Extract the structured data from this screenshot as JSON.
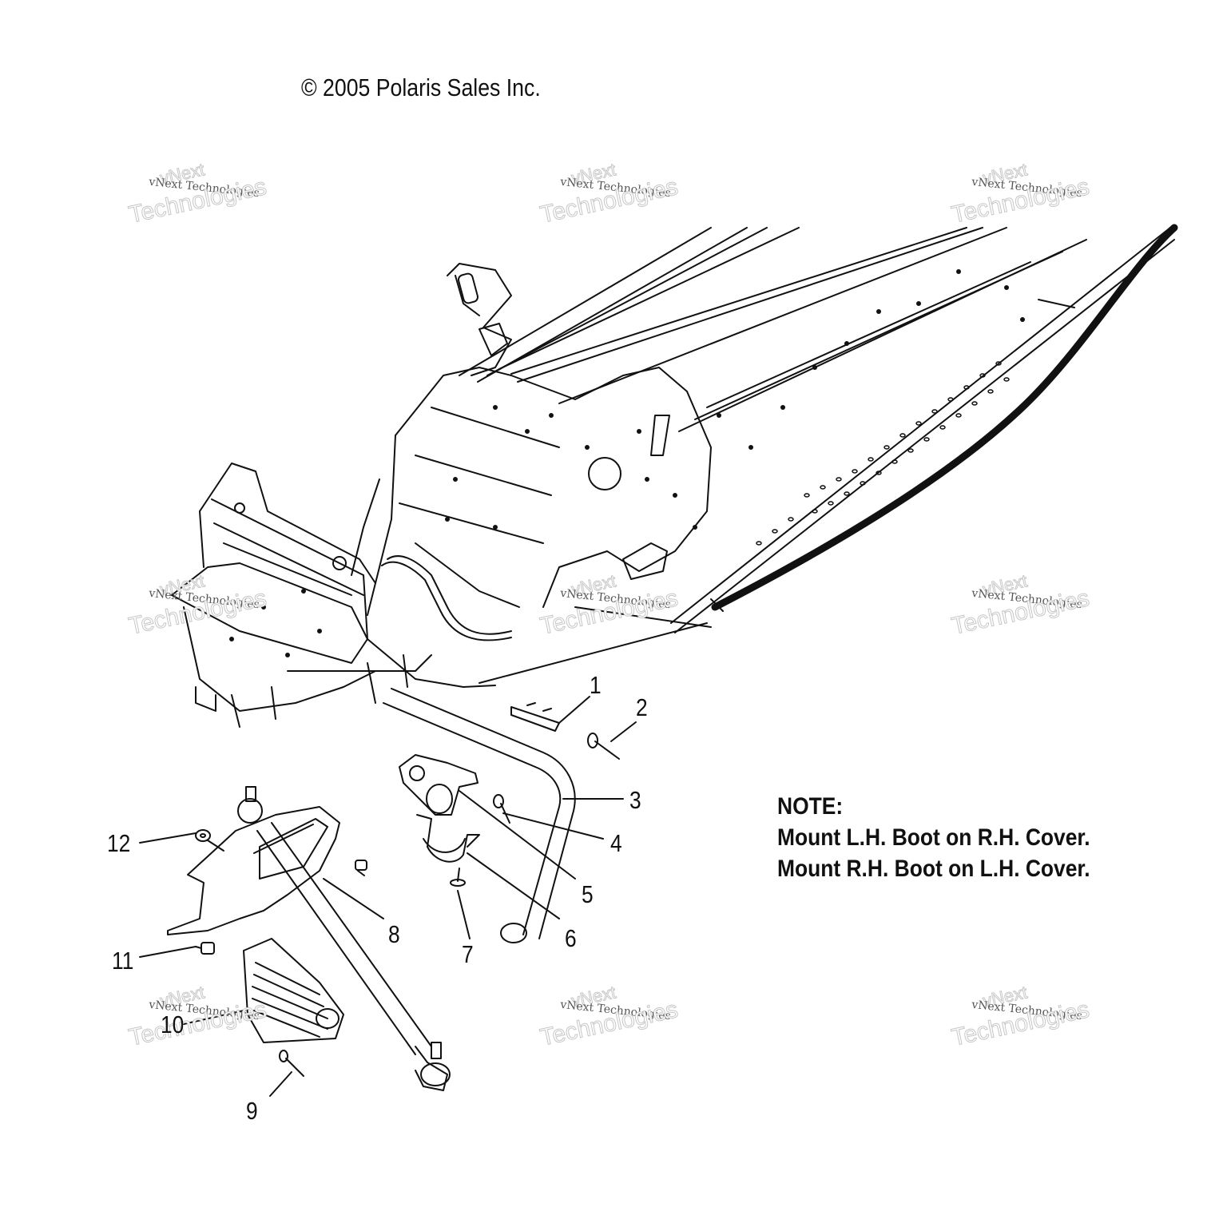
{
  "copyright": "© 2005 Polaris Sales Inc.",
  "note": {
    "heading": "NOTE:",
    "line1": "Mount L.H. Boot on R.H. Cover.",
    "line2": "Mount R.H. Boot on L.H. Cover."
  },
  "callouts": [
    "1",
    "2",
    "3",
    "4",
    "5",
    "6",
    "7",
    "8",
    "9",
    "10",
    "11",
    "12"
  ],
  "watermark": {
    "top": "vNext",
    "middle": "vNext Technologies",
    "bottom": "Technologies"
  },
  "colors": {
    "ink": "#111111",
    "watermark": "#c7c7c7"
  }
}
